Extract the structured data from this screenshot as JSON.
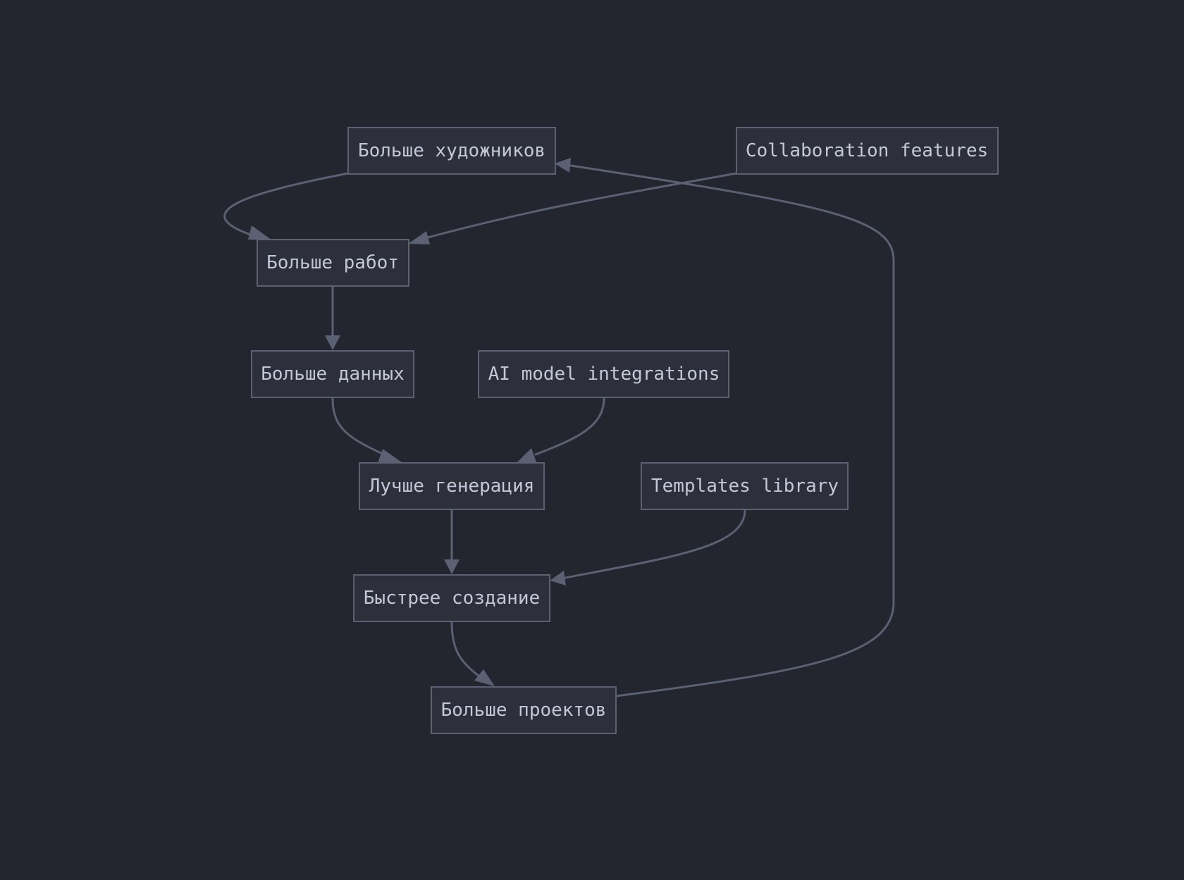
{
  "diagram": {
    "nodes": [
      {
        "id": "artists",
        "label": "Больше художников"
      },
      {
        "id": "collab",
        "label": "Collaboration features"
      },
      {
        "id": "works",
        "label": "Больше работ"
      },
      {
        "id": "data",
        "label": "Больше данных"
      },
      {
        "id": "ai",
        "label": "AI model integrations"
      },
      {
        "id": "generation",
        "label": "Лучше генерация"
      },
      {
        "id": "templates",
        "label": "Templates library"
      },
      {
        "id": "creation",
        "label": "Быстрее создание"
      },
      {
        "id": "projects",
        "label": "Больше проектов"
      }
    ],
    "edges": [
      {
        "from": "artists",
        "to": "works"
      },
      {
        "from": "collab",
        "to": "works"
      },
      {
        "from": "works",
        "to": "data"
      },
      {
        "from": "data",
        "to": "generation"
      },
      {
        "from": "ai",
        "to": "generation"
      },
      {
        "from": "generation",
        "to": "creation"
      },
      {
        "from": "templates",
        "to": "creation"
      },
      {
        "from": "creation",
        "to": "projects"
      },
      {
        "from": "projects",
        "to": "artists"
      }
    ],
    "colors": {
      "background": "#23262f",
      "node_fill": "#2d303b",
      "node_stroke": "#5b6072",
      "edge": "#5b6072",
      "text": "#c3c8d6"
    }
  }
}
